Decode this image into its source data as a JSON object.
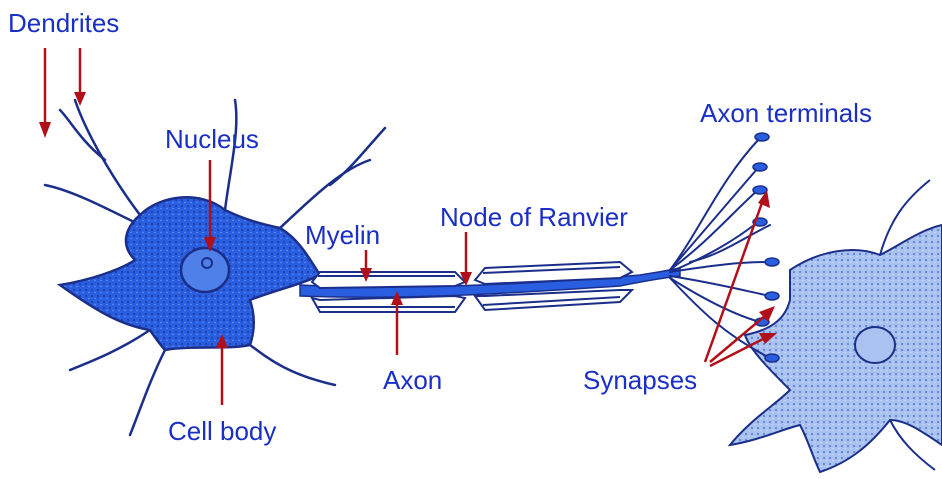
{
  "labels": {
    "dendrites": "Dendrites",
    "nucleus": "Nucleus",
    "myelin": "Myelin",
    "node_of_ranvier": "Node of Ranvier",
    "axon_terminals": "Axon terminals",
    "axon": "Axon",
    "synapses": "Synapses",
    "cell_body": "Cell body"
  },
  "colors": {
    "label_text": "#1a2fc4",
    "arrow": "#b0101a",
    "neuron_fill": "#2a5ee0",
    "neuron_outline": "#1b2f8a",
    "neighbor_fill": "#a9c2f0",
    "myelin_fill": "#ffffff"
  }
}
